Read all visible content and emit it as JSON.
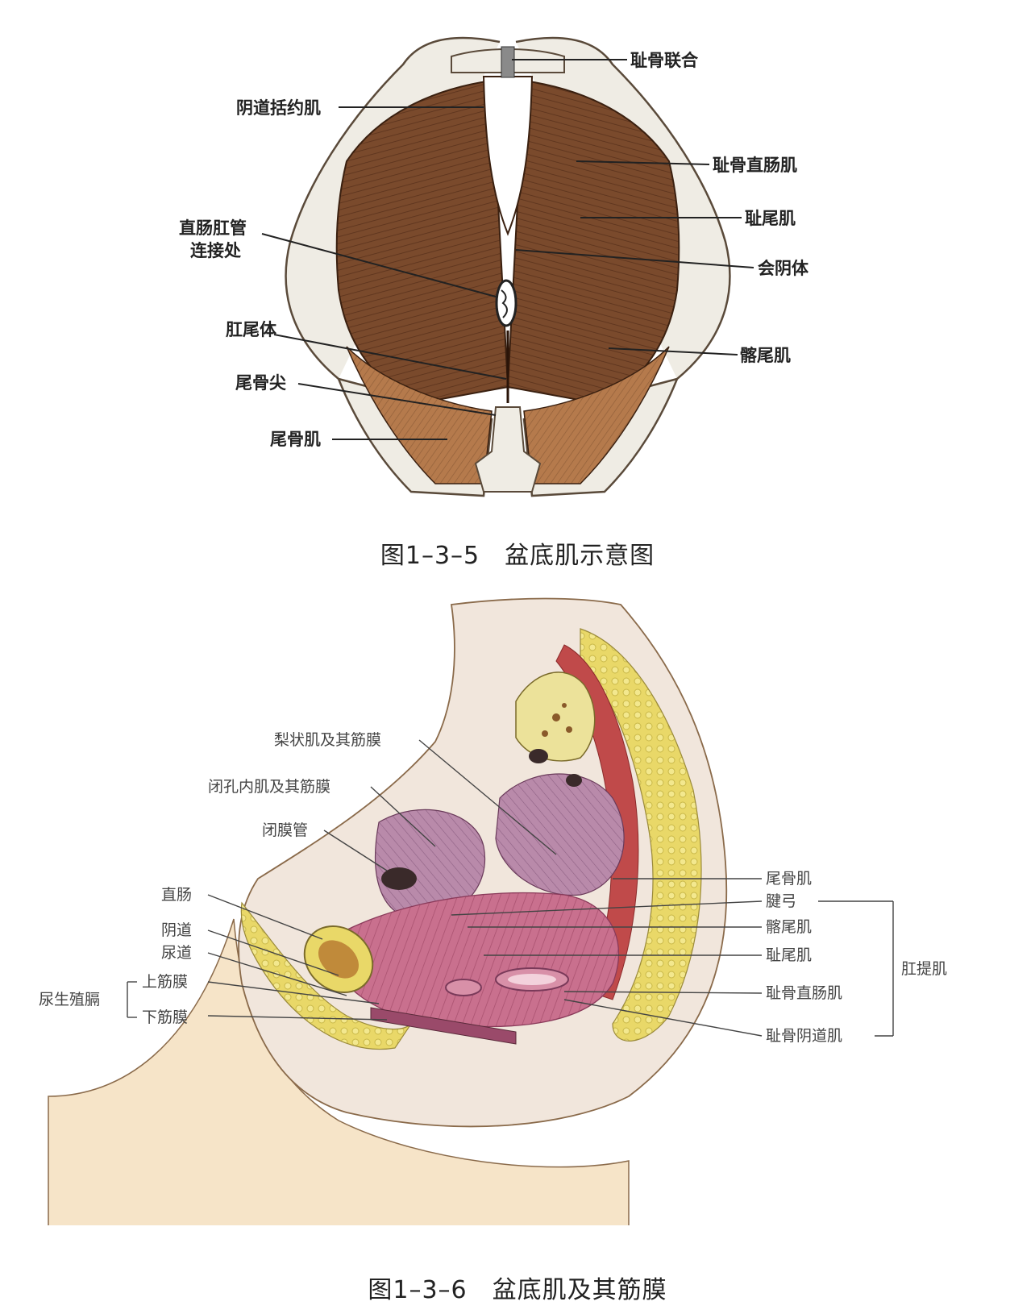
{
  "figure1": {
    "caption": "图1–3–5　盆底肌示意图",
    "labels": {
      "pubic_symphysis": "耻骨联合",
      "vaginal_sphincter": "阴道括约肌",
      "puborectalis": "耻骨直肠肌",
      "pubococcygeus": "耻尾肌",
      "rectum_anal_junction_line1": "直肠肛管",
      "rectum_anal_junction_line2": "连接处",
      "perineal_body": "会阴体",
      "anococcygeal_body": "肛尾体",
      "iliococcygeus": "髂尾肌",
      "coccyx_tip": "尾骨尖",
      "coccygeus": "尾骨肌"
    }
  },
  "figure2": {
    "caption": "图1–3–6　盆底肌及其筋膜",
    "labels": {
      "piriformis": "梨状肌及其筋膜",
      "obturator_internus": "闭孔内肌及其筋膜",
      "obturator_canal": "闭膜管",
      "rectum": "直肠",
      "vagina": "阴道",
      "urethra": "尿道",
      "urogenital_diaphragm": "尿生殖膈",
      "superior_fascia": "上筋膜",
      "inferior_fascia": "下筋膜",
      "coccygeus": "尾骨肌",
      "tendinous_arch": "腱弓",
      "iliococcygeus": "髂尾肌",
      "pubococcygeus": "耻尾肌",
      "puborectalis": "耻骨直肠肌",
      "pubovaginalis": "耻骨阴道肌",
      "levator_ani": "肛提肌"
    }
  },
  "colors": {
    "bone": "#efece4",
    "bone_outline": "#5a4a3a",
    "muscle_dark": "#7a4a2c",
    "muscle_light": "#b57a4c",
    "pelvic_skin": "#f6e4c8",
    "fat_yellow": "#e9d868",
    "muscle_pink": "#c9708e",
    "muscle_purple": "#a8789e"
  }
}
